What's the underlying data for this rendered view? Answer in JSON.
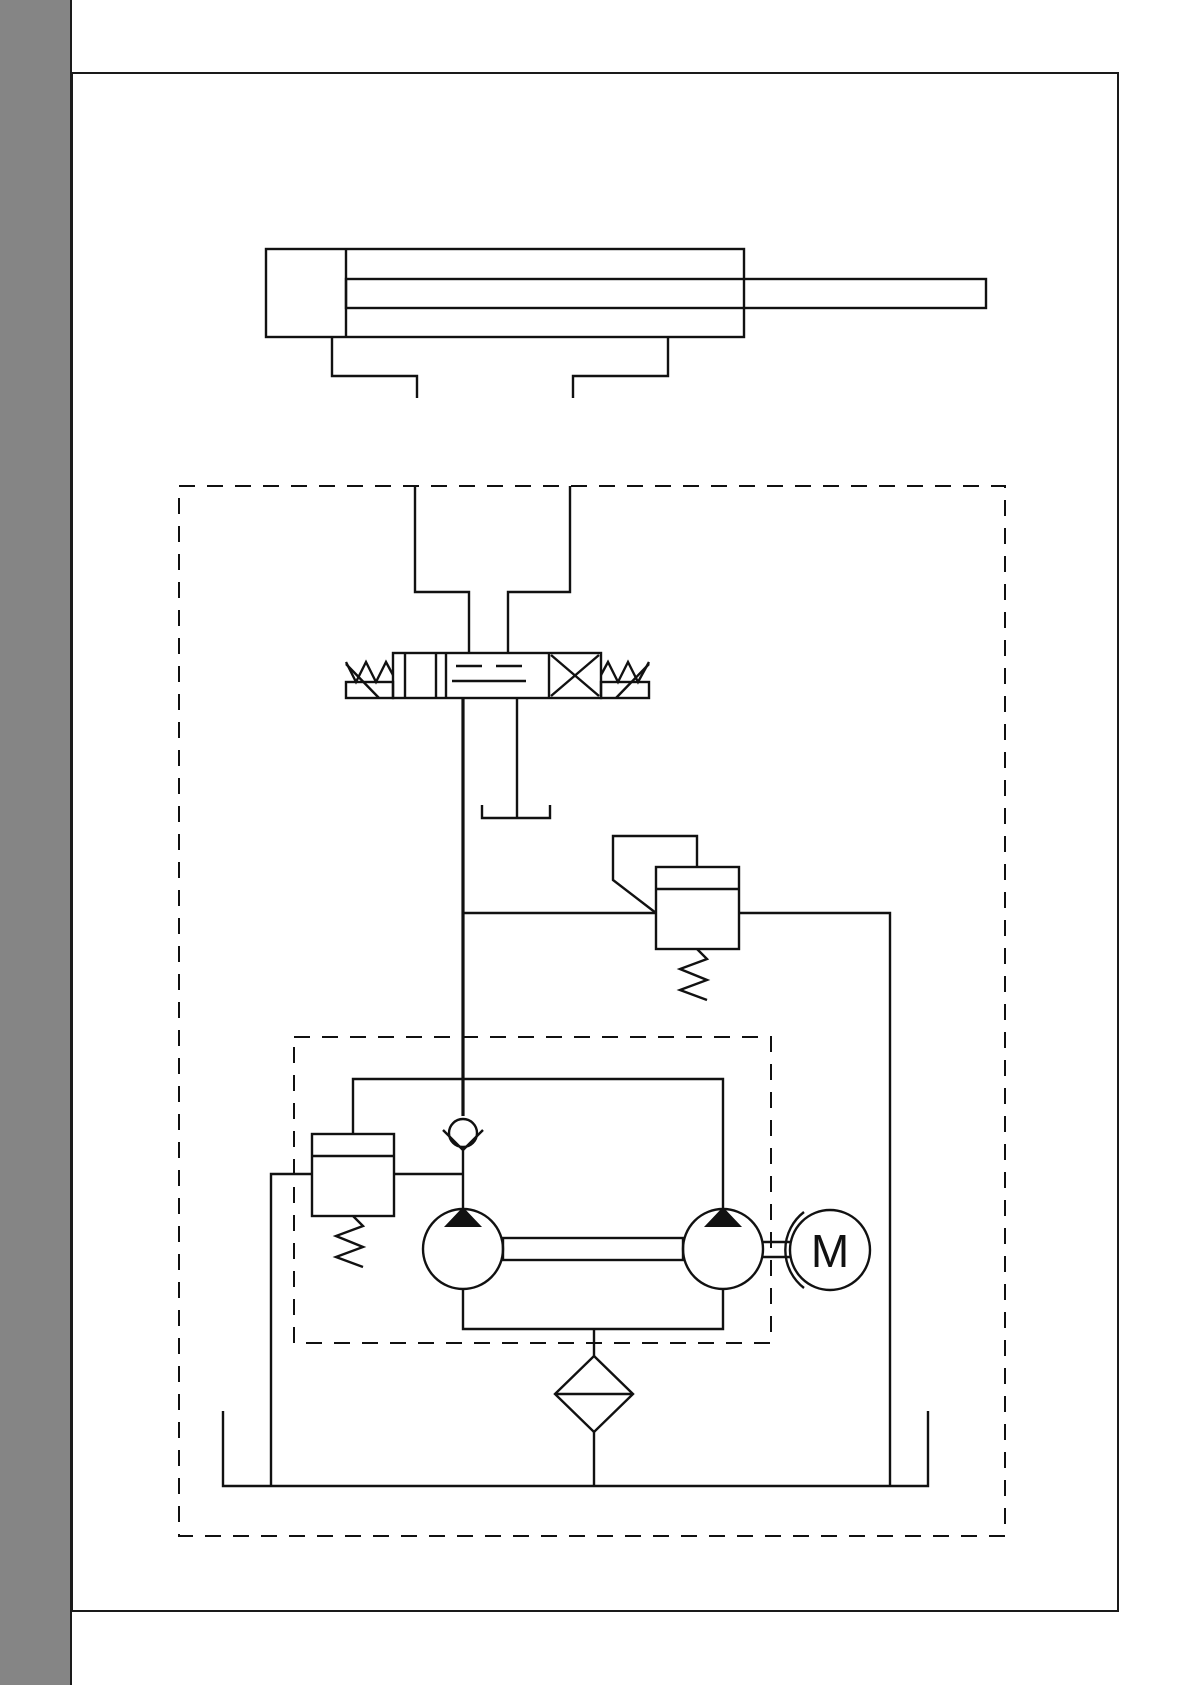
{
  "diagram": {
    "motor_symbol": "M",
    "components": [
      "double-acting-cylinder",
      "directional-control-valve-4-3",
      "pressure-relief-valve-upper",
      "pressure-relief-valve-lower",
      "check-valve",
      "pump-left",
      "pump-right",
      "electric-motor",
      "filter",
      "tank"
    ],
    "colors": {
      "line": "#111111",
      "side_band": "#858585",
      "background": "#ffffff"
    }
  }
}
